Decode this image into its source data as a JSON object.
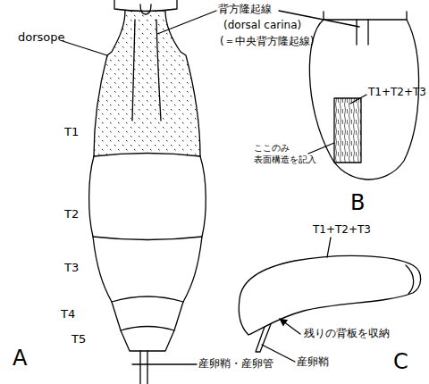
{
  "diagram": {
    "labels": [
      "dorsope",
      "背方隆起線",
      "(dorsal carina)",
      "(＝中央背方隆起線)",
      "T1",
      "T2",
      "T3",
      "T4",
      "T5",
      "産卵鞘・産卵管",
      "A",
      "B",
      "T1+T2+T3",
      "ここのみ 表面構造を記入",
      "T1+T2+T3",
      "残りの背板を収納",
      "産卵鞘",
      "C"
    ]
  }
}
